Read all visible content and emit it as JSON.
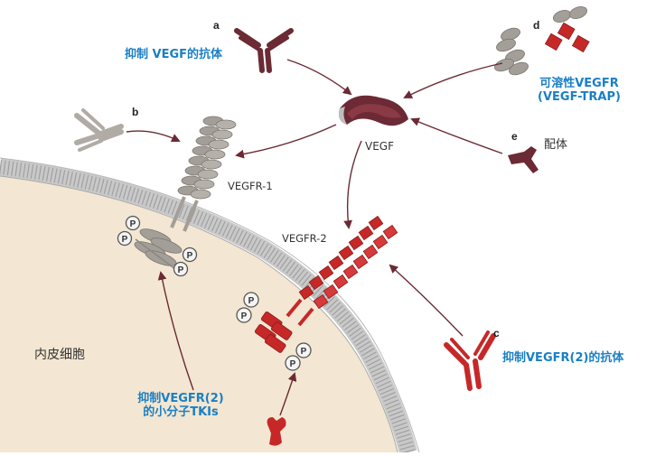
{
  "labels": {
    "a": "a",
    "b": "b",
    "c": "c",
    "d": "d",
    "e": "e",
    "anti_vegf": "抑制 VEGF的抗体",
    "soluble_line1": "可溶性VEGFR",
    "soluble_line2": "(VEGF-TRAP)",
    "ligand": "配体",
    "vegf": "VEGF",
    "vegfr1": "VEGFR-1",
    "vegfr2": "VEGFR-2",
    "anti_vegfr2": "抑制VEGFR(2)的抗体",
    "tki_line1": "抑制VEGFR(2)",
    "tki_line2": "的小分子TKIs",
    "endothelial": "内皮细胞",
    "phospho": "P"
  },
  "colors": {
    "cell_fill": "#f3e6d2",
    "membrane": "#c9c9c9",
    "vegf": "#6b2a34",
    "vegfr2": "#c62828",
    "grey_domain": "#a39e98",
    "arrow": "#6b2a34",
    "label_blue": "#1a7fc4"
  }
}
